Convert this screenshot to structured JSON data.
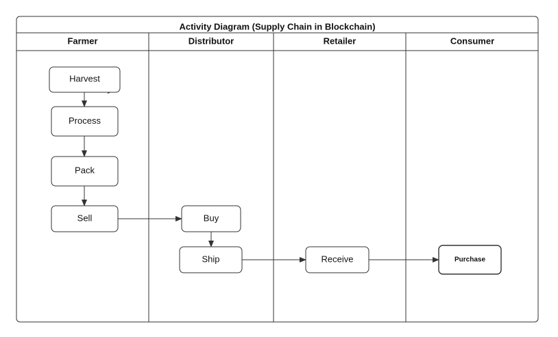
{
  "title": "Activity Diagram (Supply Chain in Blockchain)",
  "lanes": [
    {
      "id": "farmer",
      "label": "Farmer"
    },
    {
      "id": "distributor",
      "label": "Distributor"
    },
    {
      "id": "retailer",
      "label": "Retailer"
    },
    {
      "id": "consumer",
      "label": "Consumer"
    }
  ],
  "nodes": [
    {
      "id": "harvest",
      "label": "Harvest",
      "lane": "farmer"
    },
    {
      "id": "process",
      "label": "Process",
      "lane": "farmer"
    },
    {
      "id": "pack",
      "label": "Pack",
      "lane": "farmer"
    },
    {
      "id": "sell",
      "label": "Sell",
      "lane": "farmer"
    },
    {
      "id": "buy",
      "label": "Buy",
      "lane": "distributor"
    },
    {
      "id": "ship",
      "label": "Ship",
      "lane": "distributor"
    },
    {
      "id": "receive",
      "label": "Receive",
      "lane": "retailer"
    },
    {
      "id": "purchase",
      "label": "Purchase",
      "lane": "consumer"
    }
  ],
  "edges": [
    {
      "from": "harvest",
      "to": "process"
    },
    {
      "from": "process",
      "to": "pack"
    },
    {
      "from": "pack",
      "to": "sell"
    },
    {
      "from": "sell",
      "to": "buy"
    },
    {
      "from": "buy",
      "to": "ship"
    },
    {
      "from": "ship",
      "to": "receive"
    },
    {
      "from": "receive",
      "to": "purchase"
    }
  ]
}
